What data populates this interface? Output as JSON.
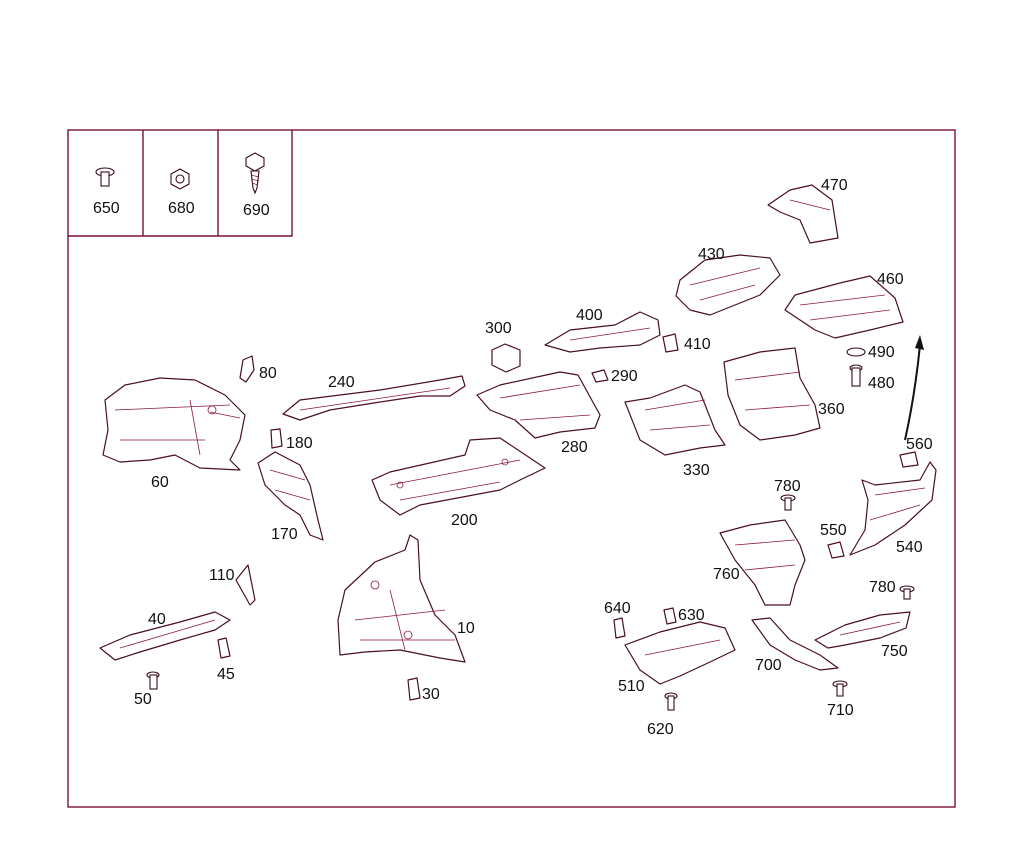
{
  "legend": [
    {
      "key": "legend-650",
      "label": "650",
      "icon": "flat-head-screw-icon"
    },
    {
      "key": "legend-680",
      "label": "680",
      "icon": "hex-nut-icon"
    },
    {
      "key": "legend-690",
      "label": "690",
      "icon": "self-tapping-screw-icon"
    }
  ],
  "callouts": [
    "10",
    "30",
    "40",
    "45",
    "50",
    "60",
    "80",
    "110",
    "170",
    "180",
    "200",
    "240",
    "280",
    "290",
    "300",
    "330",
    "360",
    "400",
    "410",
    "430",
    "460",
    "470",
    "480",
    "490",
    "510",
    "540",
    "550",
    "560",
    "620",
    "630",
    "640",
    "700",
    "710",
    "750",
    "760",
    "780",
    "780"
  ],
  "colors": {
    "frame": "#7a1030",
    "line": "#4a0f22",
    "text": "#111111"
  }
}
